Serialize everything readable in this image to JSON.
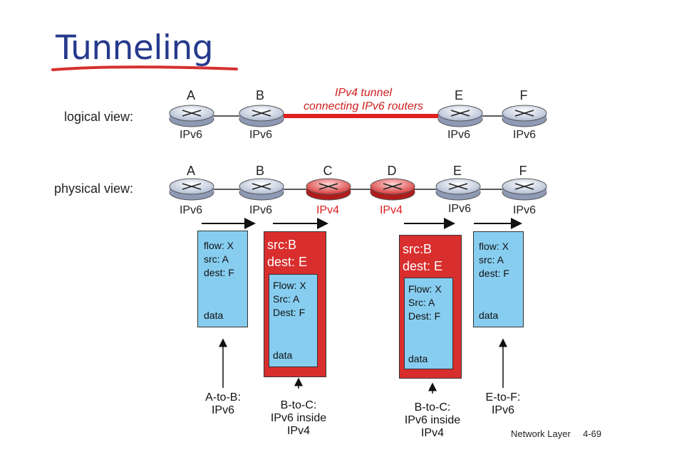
{
  "title": "Tunneling",
  "logical": {
    "label": "logical view:",
    "routers": [
      "A",
      "B",
      "E",
      "F"
    ],
    "ips": [
      "IPv6",
      "IPv6",
      "IPv6",
      "IPv6"
    ],
    "tunnel_line1": "IPv4 tunnel",
    "tunnel_line2": "connecting IPv6 routers"
  },
  "physical": {
    "label": "physical view:",
    "routers": [
      "A",
      "B",
      "C",
      "D",
      "E",
      "F"
    ],
    "ips": [
      "IPv6",
      "IPv6",
      "IPv4",
      "IPv4",
      "IPv6",
      "IPv6"
    ]
  },
  "packets": {
    "p1": {
      "flow": "flow: X",
      "src": "src: A",
      "dest": "dest: F",
      "data": "data"
    },
    "p2": {
      "outer_src": "src:B",
      "outer_dest": "dest: E",
      "flow": "Flow: X",
      "src": "Src: A",
      "dest": "Dest: F",
      "data": "data"
    },
    "p3": {
      "outer_src": "src:B",
      "outer_dest": "dest: E",
      "flow": "Flow: X",
      "src": "Src: A",
      "dest": "Dest: F",
      "data": "data"
    },
    "p4": {
      "flow": "flow: X",
      "src": "src: A",
      "dest": "dest: F",
      "data": "data"
    }
  },
  "captions": {
    "c1": [
      "A-to-B:",
      "IPv6"
    ],
    "c2": [
      "B-to-C:",
      "IPv6 inside",
      "IPv4"
    ],
    "c3": [
      "B-to-C:",
      "IPv6 inside",
      "IPv4"
    ],
    "c4": [
      "E-to-F:",
      "IPv6"
    ]
  },
  "footer": {
    "section": "Network Layer",
    "page": "4-69"
  },
  "colors": {
    "title": "#263a8c",
    "tunnel": "#e02020",
    "packet": "#87cdf0",
    "outer_packet": "#d92e2e"
  }
}
